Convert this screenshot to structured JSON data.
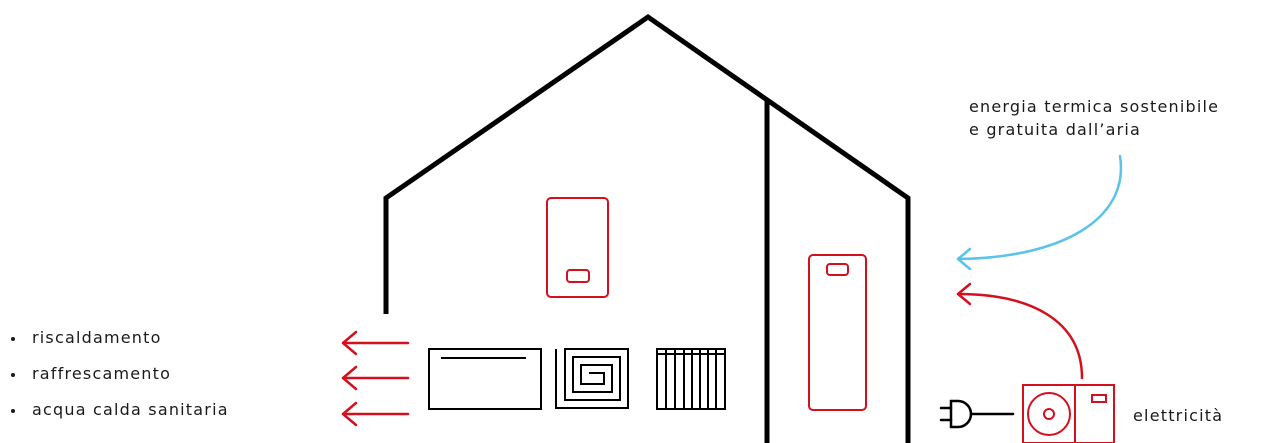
{
  "left_list": {
    "items": [
      "riscaldamento",
      "raffrescamento",
      "acqua calda sanitaria"
    ]
  },
  "air_label": {
    "line1": "energia termica sostenibile",
    "line2": "e gratuita dall’aria"
  },
  "electricity_label": "elettricità",
  "colors": {
    "outline": "#000000",
    "accent_red": "#d4101f",
    "air_blue": "#5bc2ea",
    "text": "#1a1a1a"
  },
  "icons": [
    "house-outline",
    "wall-boiler-icon",
    "hot-water-tank-icon",
    "fan-coil-icon",
    "floor-heating-icon",
    "radiator-icon",
    "outdoor-heat-pump-icon",
    "plug-icon"
  ]
}
